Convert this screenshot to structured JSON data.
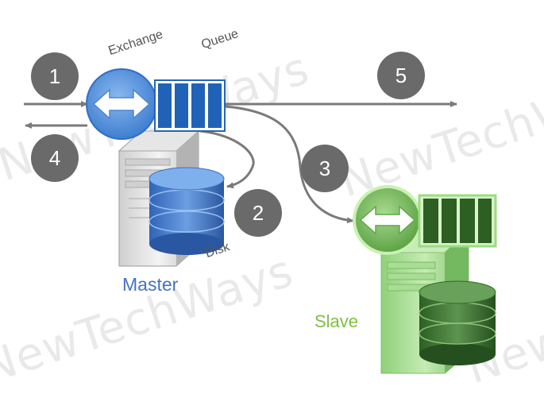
{
  "watermark": "NewTechWays",
  "labels": {
    "exchange": "Exchange",
    "queue": "Queue",
    "disk": "Disk",
    "master": "Master",
    "slave": "Slave"
  },
  "steps": [
    "1",
    "2",
    "3",
    "4",
    "5"
  ],
  "colors": {
    "step_circle": "#6a6a6a",
    "master_accent": "#1f6fc5",
    "slave_accent": "#3a7d2a",
    "arrow": "#7a7a7a"
  }
}
